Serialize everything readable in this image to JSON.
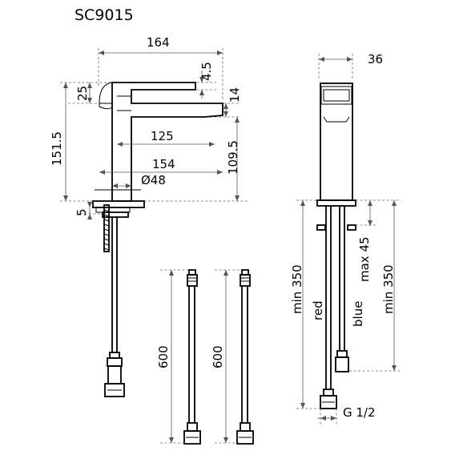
{
  "title": "SC9015",
  "dims": {
    "width_total": "164",
    "lever_thickness": "4.5",
    "lever_height": "25",
    "spout_height": "14",
    "overall_height": "151.5",
    "spout_reach": "125",
    "outlet_height": "109.5",
    "spout_length": "154",
    "body_diameter": "Ø48",
    "base_thickness": "5",
    "side_depth": "36",
    "hose_length_left": "600",
    "hose_length_right": "600",
    "min_350_left": "min 350",
    "red_label": "red",
    "blue_label": "blue",
    "max_45": "max 45",
    "min_350_right": "min 350",
    "thread": "G 1/2"
  }
}
